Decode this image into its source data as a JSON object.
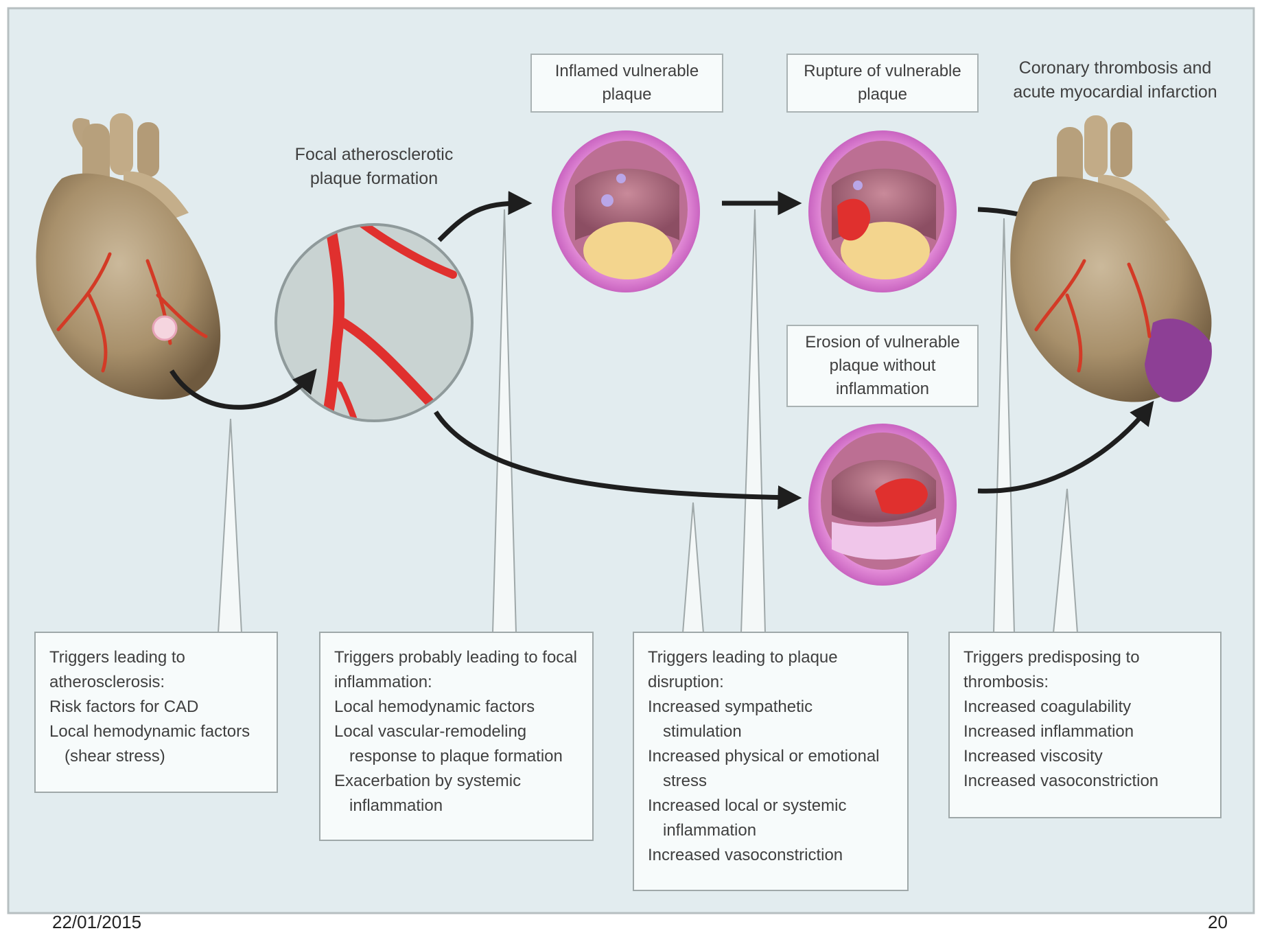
{
  "labels": {
    "focal_plaque": "Focal atherosclerotic plaque formation",
    "inflamed_plaque": "Inflamed vulnerable plaque",
    "rupture_plaque": "Rupture of vulnerable plaque",
    "erosion_plaque": "Erosion of vulnerable plaque without inflammation",
    "coronary_thrombosis": "Coronary thrombosis and acute myocardial infarction"
  },
  "trigger_boxes": [
    {
      "lines": [
        {
          "text": "Triggers leading to",
          "indent": false
        },
        {
          "text": "atherosclerosis:",
          "indent": false
        },
        {
          "text": "Risk factors for CAD",
          "indent": false
        },
        {
          "text": "Local hemodynamic factors",
          "indent": false
        },
        {
          "text": "(shear stress)",
          "indent": true
        }
      ]
    },
    {
      "lines": [
        {
          "text": "Triggers probably leading to focal",
          "indent": false
        },
        {
          "text": "inflammation:",
          "indent": false
        },
        {
          "text": "Local hemodynamic factors",
          "indent": false
        },
        {
          "text": "Local vascular-remodeling",
          "indent": false
        },
        {
          "text": "response to plaque formation",
          "indent": true
        },
        {
          "text": "Exacerbation by systemic",
          "indent": false
        },
        {
          "text": "inflammation",
          "indent": true
        }
      ]
    },
    {
      "lines": [
        {
          "text": "Triggers leading to plaque",
          "indent": false
        },
        {
          "text": "disruption:",
          "indent": false
        },
        {
          "text": "Increased sympathetic",
          "indent": false
        },
        {
          "text": "stimulation",
          "indent": true
        },
        {
          "text": "Increased physical or emotional",
          "indent": false
        },
        {
          "text": "stress",
          "indent": true
        },
        {
          "text": "Increased local or systemic",
          "indent": false
        },
        {
          "text": "inflammation",
          "indent": true
        },
        {
          "text": "Increased vasoconstriction",
          "indent": false
        }
      ]
    },
    {
      "lines": [
        {
          "text": "Triggers predisposing to",
          "indent": false
        },
        {
          "text": "thrombosis:",
          "indent": false
        },
        {
          "text": "Increased coagulability",
          "indent": false
        },
        {
          "text": "Increased inflammation",
          "indent": false
        },
        {
          "text": "Increased viscosity",
          "indent": false
        },
        {
          "text": "Increased vasoconstriction",
          "indent": false
        }
      ]
    }
  ],
  "footer": {
    "date": "22/01/2015",
    "page": "20"
  },
  "colors": {
    "background": "#e2ecef",
    "artery_red": "#e0302e",
    "plaque_pink": "#d98ad3",
    "lipid_core": "#f3d58e",
    "infarct_purple": "#8d3f95",
    "arrow": "#1e1e1e"
  }
}
